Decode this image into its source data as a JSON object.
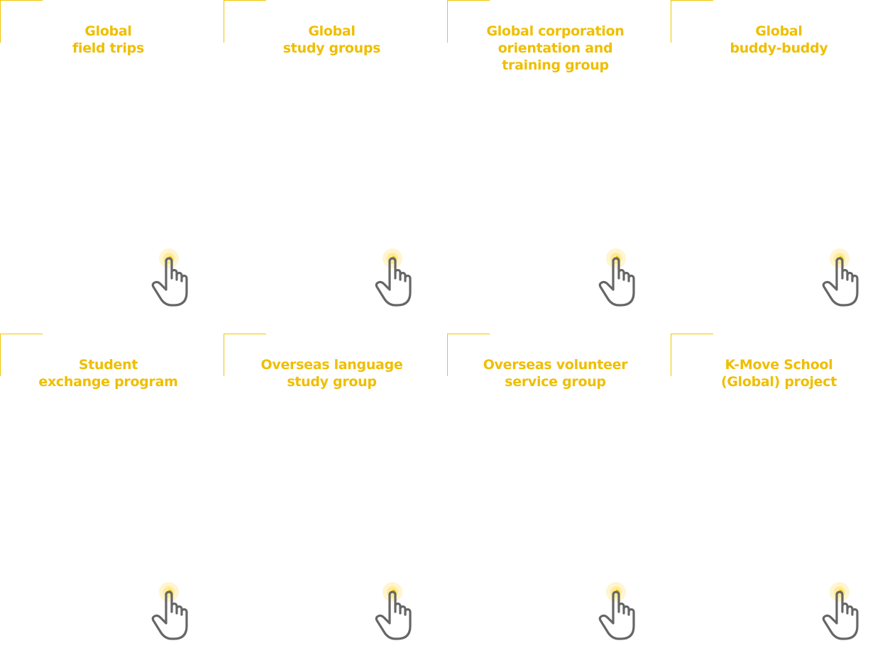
{
  "accent_color": "#efbe00",
  "cards": [
    {
      "title": "Global\nfield trips",
      "icon": "tap-hand-icon"
    },
    {
      "title": "Global\nstudy groups",
      "icon": "tap-hand-icon"
    },
    {
      "title": "Global corporation\norientation and\ntraining group",
      "icon": "tap-hand-icon"
    },
    {
      "title": "Global\nbuddy-buddy",
      "icon": "tap-hand-icon"
    },
    {
      "title": "Student\nexchange program",
      "icon": "tap-hand-icon"
    },
    {
      "title": "Overseas language\nstudy group",
      "icon": "tap-hand-icon"
    },
    {
      "title": "Overseas volunteer\nservice group",
      "icon": "tap-hand-icon"
    },
    {
      "title": "K-Move School\n(Global) project",
      "icon": "tap-hand-icon"
    }
  ]
}
